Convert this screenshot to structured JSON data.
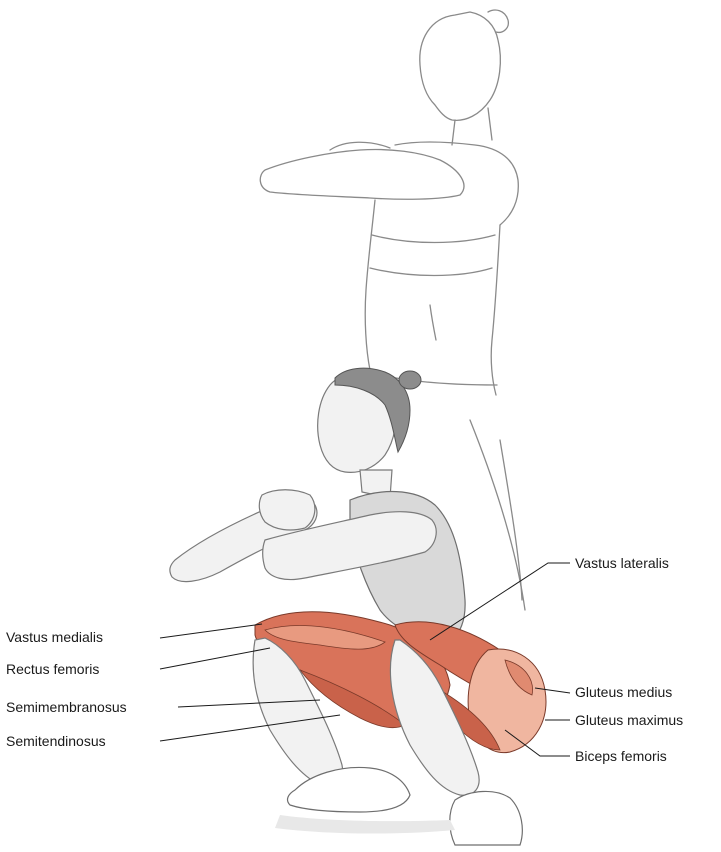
{
  "labels_left": [
    {
      "id": "vastus-medialis",
      "text": "Vastus medialis"
    },
    {
      "id": "rectus-femoris",
      "text": "Rectus femoris"
    },
    {
      "id": "semimembranosus",
      "text": "Semimembranosus"
    },
    {
      "id": "semitendinosus",
      "text": "Semitendinosus"
    }
  ],
  "labels_right": [
    {
      "id": "vastus-lateralis",
      "text": "Vastus lateralis"
    },
    {
      "id": "gluteus-medius",
      "text": "Gluteus medius"
    },
    {
      "id": "gluteus-maximus",
      "text": "Gluteus maximus"
    },
    {
      "id": "biceps-femoris",
      "text": "Biceps femoris"
    }
  ],
  "colors": {
    "muscle": "#d9735a",
    "muscle_light": "#f0b6a0",
    "outline": "#8a8a8a"
  }
}
